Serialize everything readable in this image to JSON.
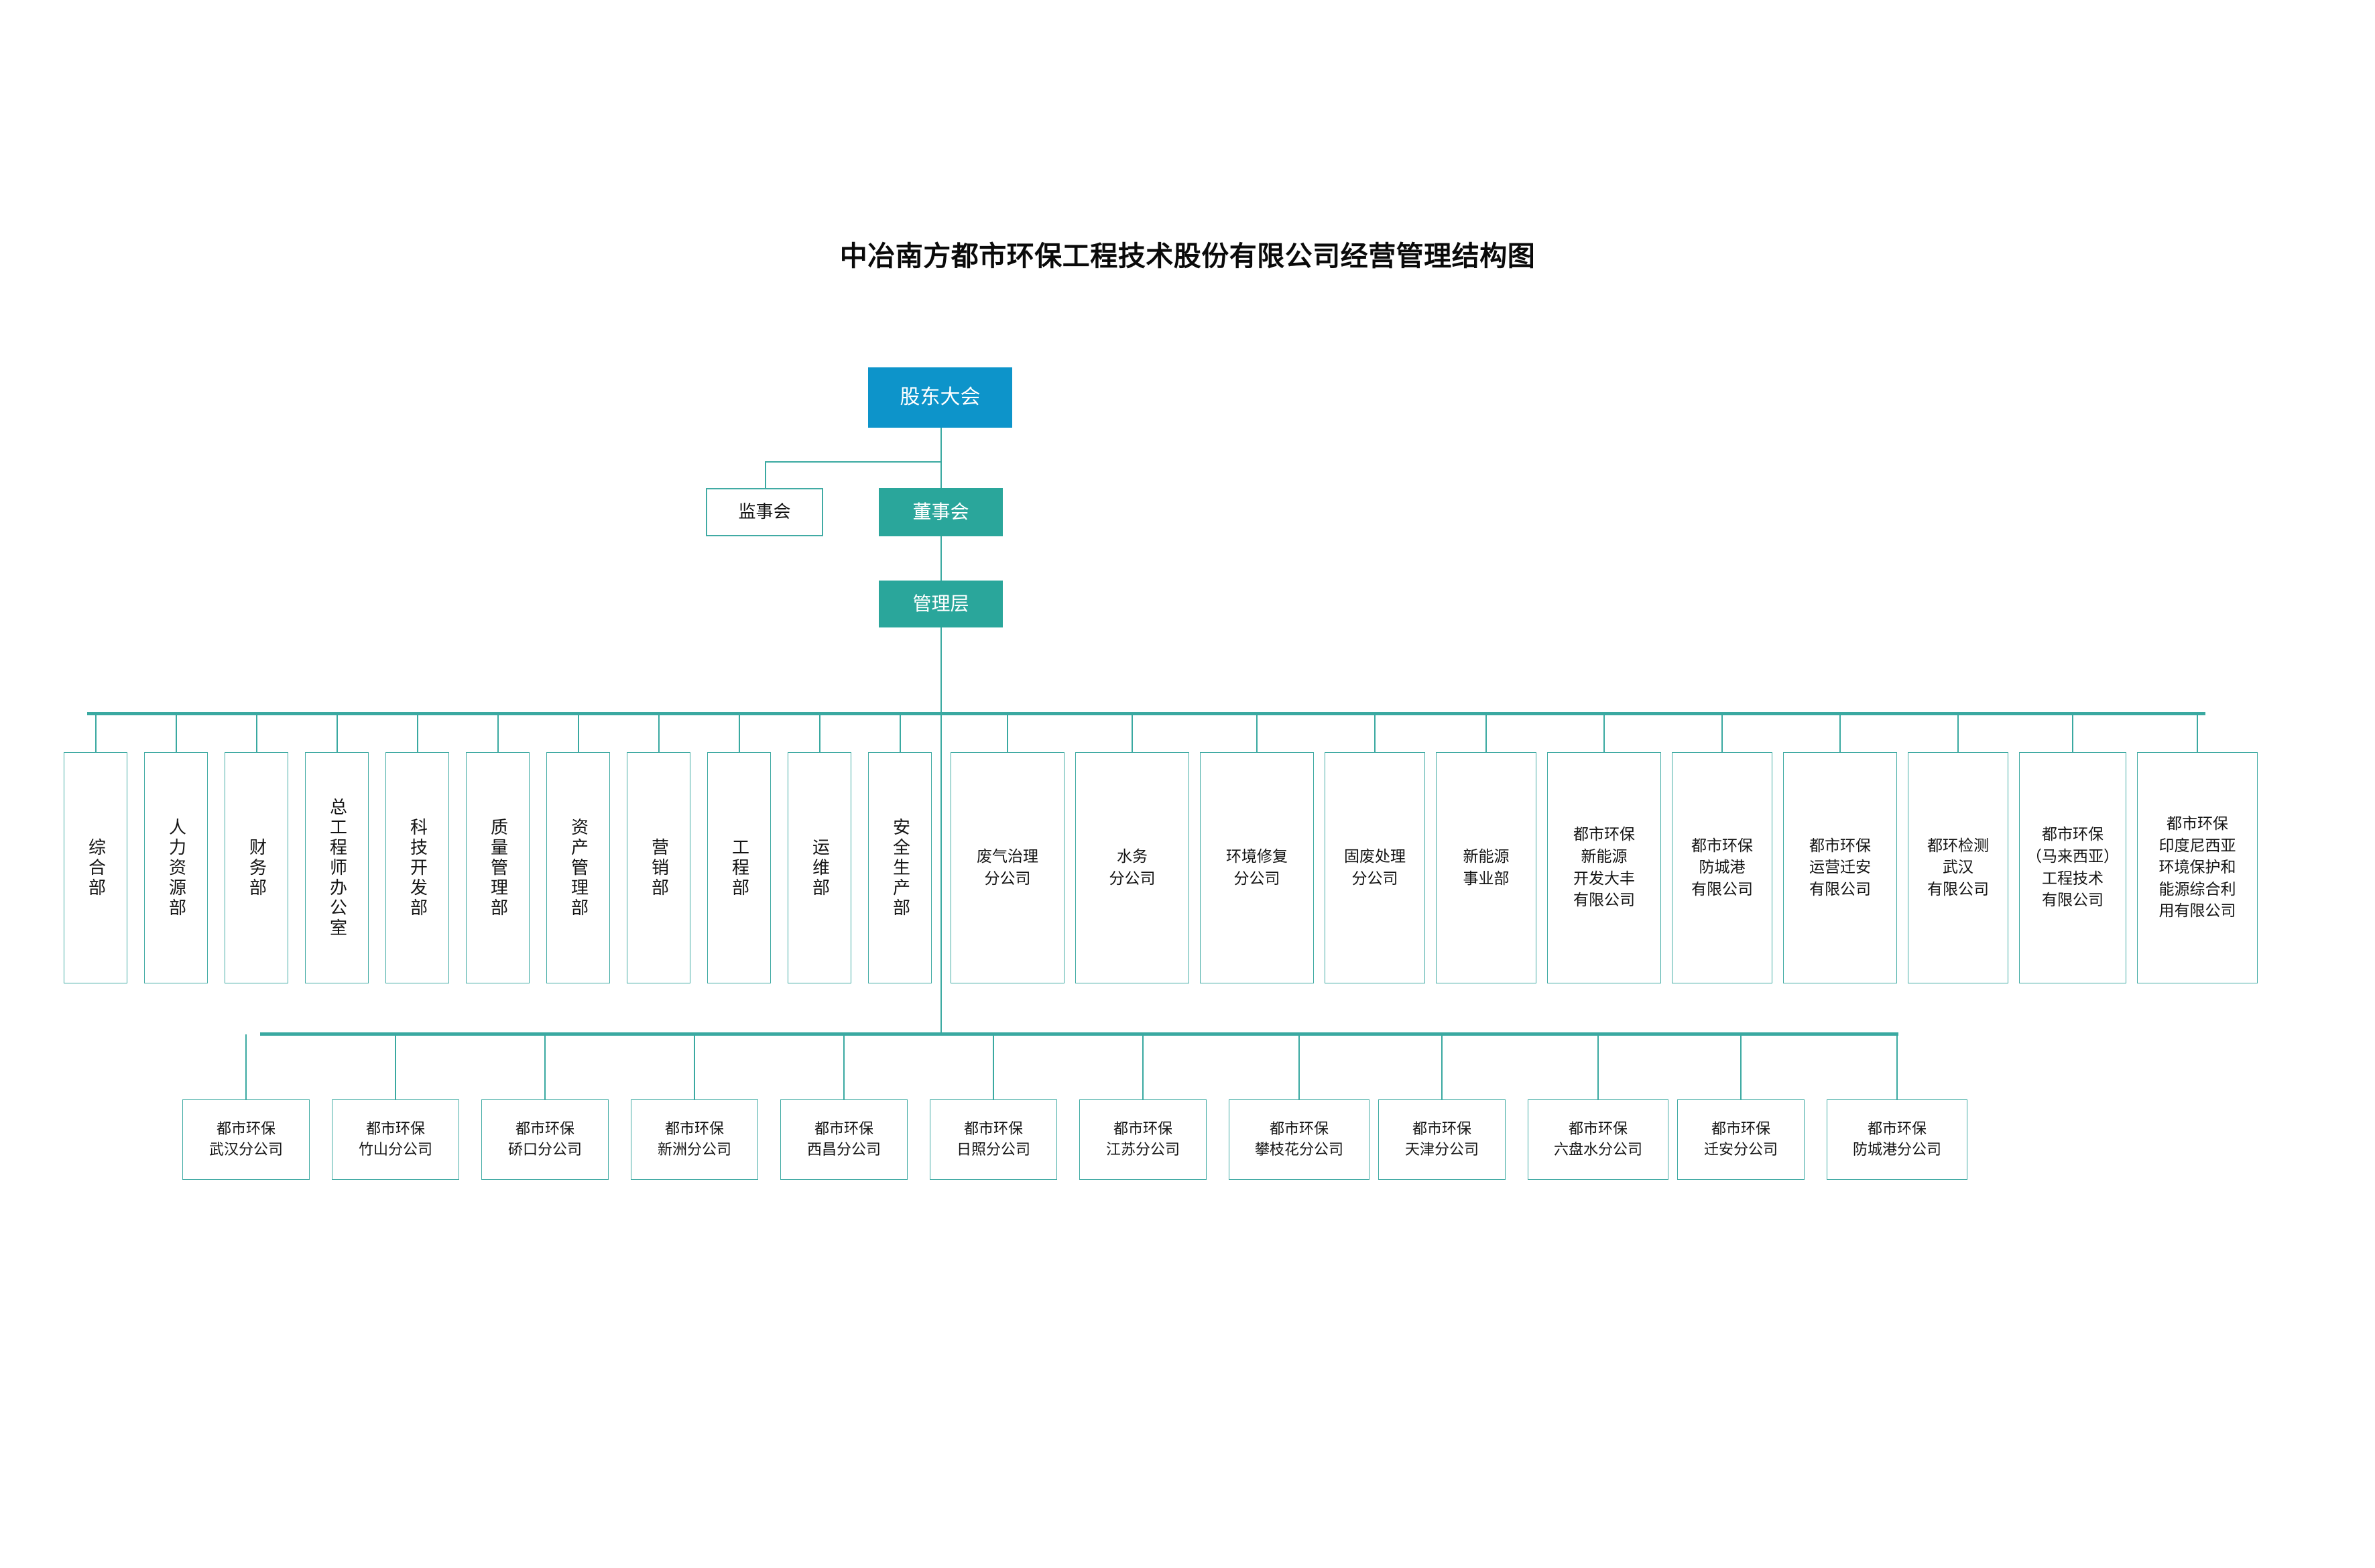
{
  "title": "中冶南方都市环保工程技术股份有限公司经营管理结构图",
  "colors": {
    "shareholder_blue": "#0d94ca",
    "board_teal": "#2aa69b",
    "line_teal": "#3aa9a1",
    "box_border": "#41aba4",
    "text_dark": "#141414",
    "text_light": "#ffffff",
    "background": "#ffffff"
  },
  "top_level": {
    "shareholders_meeting": "股东大会",
    "supervisory_board": "监事会",
    "board_of_directors": "董事会",
    "management": "管理层"
  },
  "departments_vertical": [
    "综合部",
    "人力资源部",
    "财务部",
    "总工程师办公室",
    "科技开发部",
    "质量管理部",
    "资产管理部",
    "营销部",
    "工程部",
    "运维部",
    "安全生产部"
  ],
  "branches_horizontal": [
    "废气治理\n分公司",
    "水务\n分公司",
    "环境修复\n分公司",
    "固废处理\n分公司",
    "新能源\n事业部",
    "都市环保\n新能源\n开发大丰\n有限公司",
    "都市环保\n防城港\n有限公司",
    "都市环保\n运营迁安\n有限公司",
    "都环检测\n武汉\n有限公司",
    "都市环保\n（马来西亚）\n工程技术\n有限公司",
    "都市环保\n印度尼西亚\n环境保护和\n能源综合利\n用有限公司"
  ],
  "sub_branches": [
    "都市环保\n武汉分公司",
    "都市环保\n竹山分公司",
    "都市环保\n硚口分公司",
    "都市环保\n新洲分公司",
    "都市环保\n西昌分公司",
    "都市环保\n日照分公司",
    "都市环保\n江苏分公司",
    "都市环保\n攀枝花分公司",
    "都市环保\n天津分公司",
    "都市环保\n六盘水分公司",
    "都市环保\n迁安分公司",
    "都市环保\n防城港分公司"
  ],
  "chart_data": {
    "type": "diagram",
    "diagram_kind": "organization-chart",
    "title": "中冶南方都市环保工程技术股份有限公司经营管理结构图",
    "nodes": [
      {
        "id": "n0",
        "label": "股东大会",
        "level": 0,
        "style": "filled-blue"
      },
      {
        "id": "n1",
        "label": "监事会",
        "level": 1,
        "style": "outline"
      },
      {
        "id": "n2",
        "label": "董事会",
        "level": 1,
        "style": "filled-teal"
      },
      {
        "id": "n3",
        "label": "管理层",
        "level": 2,
        "style": "filled-teal"
      },
      {
        "id": "d0",
        "label": "综合部",
        "level": 3,
        "style": "outline-vertical"
      },
      {
        "id": "d1",
        "label": "人力资源部",
        "level": 3,
        "style": "outline-vertical"
      },
      {
        "id": "d2",
        "label": "财务部",
        "level": 3,
        "style": "outline-vertical"
      },
      {
        "id": "d3",
        "label": "总工程师办公室",
        "level": 3,
        "style": "outline-vertical"
      },
      {
        "id": "d4",
        "label": "科技开发部",
        "level": 3,
        "style": "outline-vertical"
      },
      {
        "id": "d5",
        "label": "质量管理部",
        "level": 3,
        "style": "outline-vertical"
      },
      {
        "id": "d6",
        "label": "资产管理部",
        "level": 3,
        "style": "outline-vertical"
      },
      {
        "id": "d7",
        "label": "营销部",
        "level": 3,
        "style": "outline-vertical"
      },
      {
        "id": "d8",
        "label": "工程部",
        "level": 3,
        "style": "outline-vertical"
      },
      {
        "id": "d9",
        "label": "运维部",
        "level": 3,
        "style": "outline-vertical"
      },
      {
        "id": "d10",
        "label": "安全生产部",
        "level": 3,
        "style": "outline-vertical"
      },
      {
        "id": "b0",
        "label": "废气治理分公司",
        "level": 3,
        "style": "outline"
      },
      {
        "id": "b1",
        "label": "水务分公司",
        "level": 3,
        "style": "outline"
      },
      {
        "id": "b2",
        "label": "环境修复分公司",
        "level": 3,
        "style": "outline"
      },
      {
        "id": "b3",
        "label": "固废处理分公司",
        "level": 3,
        "style": "outline"
      },
      {
        "id": "b4",
        "label": "新能源事业部",
        "level": 3,
        "style": "outline"
      },
      {
        "id": "b5",
        "label": "都市环保新能源开发大丰有限公司",
        "level": 3,
        "style": "outline"
      },
      {
        "id": "b6",
        "label": "都市环保防城港有限公司",
        "level": 3,
        "style": "outline"
      },
      {
        "id": "b7",
        "label": "都市环保运营迁安有限公司",
        "level": 3,
        "style": "outline"
      },
      {
        "id": "b8",
        "label": "都环检测武汉有限公司",
        "level": 3,
        "style": "outline"
      },
      {
        "id": "b9",
        "label": "都市环保（马来西亚）工程技术有限公司",
        "level": 3,
        "style": "outline"
      },
      {
        "id": "b10",
        "label": "都市环保印度尼西亚环境保护和能源综合利用有限公司",
        "level": 3,
        "style": "outline"
      },
      {
        "id": "s0",
        "label": "都市环保武汉分公司",
        "level": 4,
        "style": "outline"
      },
      {
        "id": "s1",
        "label": "都市环保竹山分公司",
        "level": 4,
        "style": "outline"
      },
      {
        "id": "s2",
        "label": "都市环保硚口分公司",
        "level": 4,
        "style": "outline"
      },
      {
        "id": "s3",
        "label": "都市环保新洲分公司",
        "level": 4,
        "style": "outline"
      },
      {
        "id": "s4",
        "label": "都市环保西昌分公司",
        "level": 4,
        "style": "outline"
      },
      {
        "id": "s5",
        "label": "都市环保日照分公司",
        "level": 4,
        "style": "outline"
      },
      {
        "id": "s6",
        "label": "都市环保江苏分公司",
        "level": 4,
        "style": "outline"
      },
      {
        "id": "s7",
        "label": "都市环保攀枝花分公司",
        "level": 4,
        "style": "outline"
      },
      {
        "id": "s8",
        "label": "都市环保天津分公司",
        "level": 4,
        "style": "outline"
      },
      {
        "id": "s9",
        "label": "都市环保六盘水分公司",
        "level": 4,
        "style": "outline"
      },
      {
        "id": "s10",
        "label": "都市环保迁安分公司",
        "level": 4,
        "style": "outline"
      },
      {
        "id": "s11",
        "label": "都市环保防城港分公司",
        "level": 4,
        "style": "outline"
      }
    ],
    "edges": [
      {
        "from": "n0",
        "to": "n1"
      },
      {
        "from": "n0",
        "to": "n2"
      },
      {
        "from": "n2",
        "to": "n3"
      },
      {
        "from": "n3",
        "to": "level3-bus"
      },
      {
        "from": "n3",
        "to": "level4-bus"
      }
    ]
  }
}
